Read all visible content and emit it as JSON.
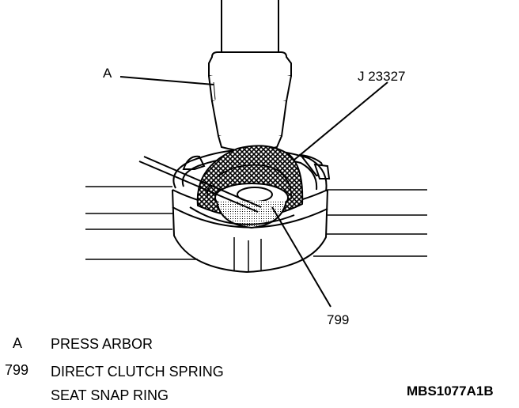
{
  "callouts": {
    "a": "A",
    "tool": "J 23327",
    "part": "799"
  },
  "legend": [
    {
      "key": "A",
      "text": "PRESS ARBOR"
    },
    {
      "key": "799",
      "text": "DIRECT CLUTCH SPRING",
      "text2": "SEAT SNAP RING"
    }
  ],
  "figure_id": "MBS1077A1B"
}
